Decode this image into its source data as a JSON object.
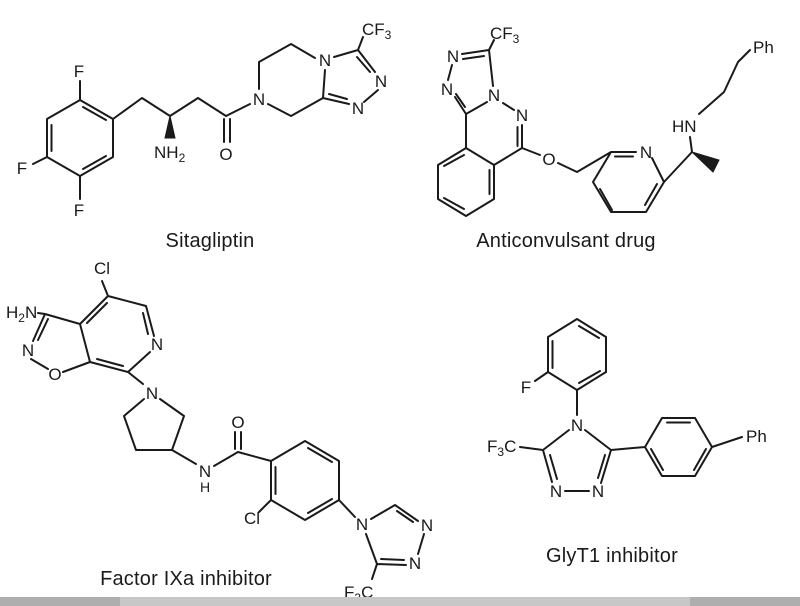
{
  "figure": {
    "background_color": "#ffffff",
    "line_color": "#1a1a1a",
    "bottom_edge_bar_color": "#c7c7c7",
    "bottom_edge_bar_dark_color": "#aeaeae"
  },
  "molecules": [
    {
      "caption": "Sitagliptin"
    },
    {
      "caption": "Anticonvulsant drug"
    },
    {
      "caption": "Factor IXa inhibitor"
    },
    {
      "caption": "GlyT1 inhibitor"
    }
  ],
  "atom_labels": {
    "F": "F",
    "N": "N",
    "O": "O",
    "Cl": "Cl",
    "H": "H",
    "HN": "HN",
    "Ph": "Ph",
    "CF3_main": "CF",
    "CF3_sub": "3",
    "NH2_main": "NH",
    "NH2_sub": "2",
    "H2N_h": "H",
    "H2N_sub": "2",
    "H2N_n": "N",
    "F3C_f": "F",
    "F3C_sub": "3",
    "F3C_c": "C"
  }
}
